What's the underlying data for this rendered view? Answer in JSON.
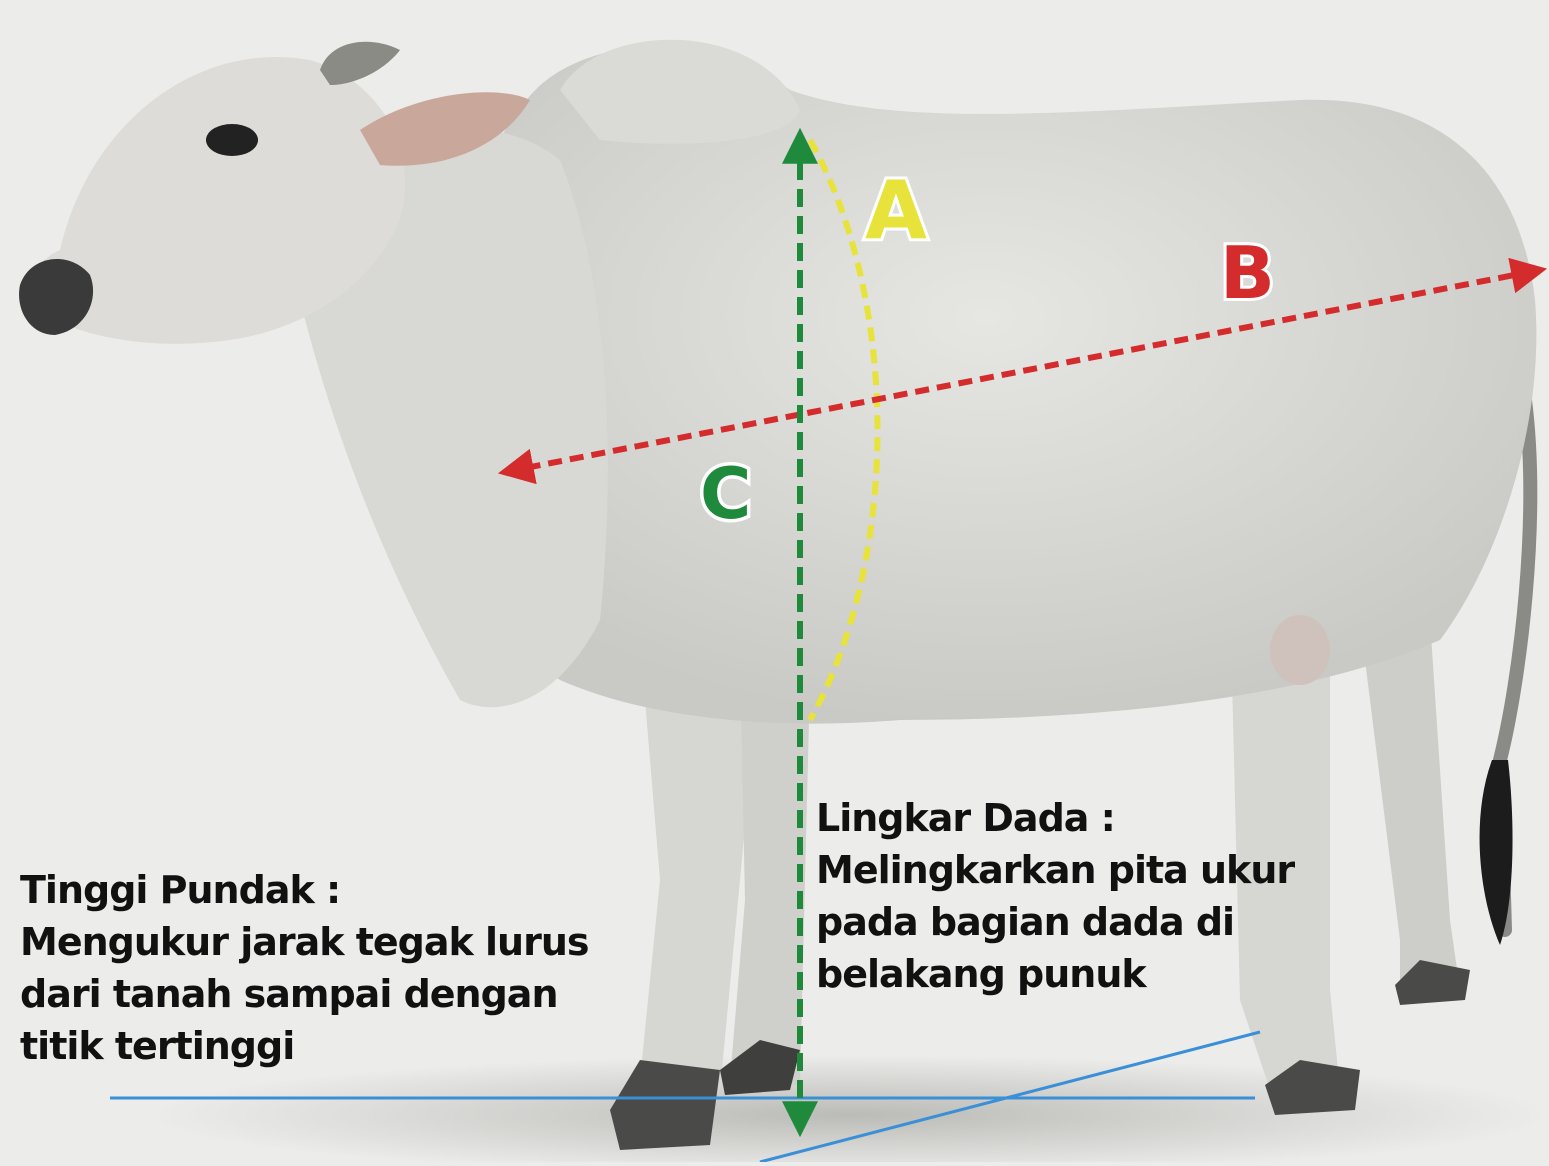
{
  "labels": {
    "a": "A",
    "b": "B",
    "c": "C"
  },
  "captions": {
    "tinggi_pundak": {
      "title": "Tinggi Pundak :",
      "lines": [
        "Mengukur jarak tegak lurus",
        "dari tanah sampai dengan",
        "titik tertinggi"
      ]
    },
    "lingkar_dada": {
      "title": "Lingkar Dada :",
      "lines": [
        "Melingkarkan pita ukur",
        "pada bagian dada di",
        "belakang  punuk"
      ]
    }
  },
  "colors": {
    "a": "#e8e33a",
    "b": "#d42c2c",
    "c": "#1f8a3c",
    "ground": "#3a8fd6",
    "cow": "#dcdcd8"
  },
  "icons": [
    "cow-illustration"
  ]
}
